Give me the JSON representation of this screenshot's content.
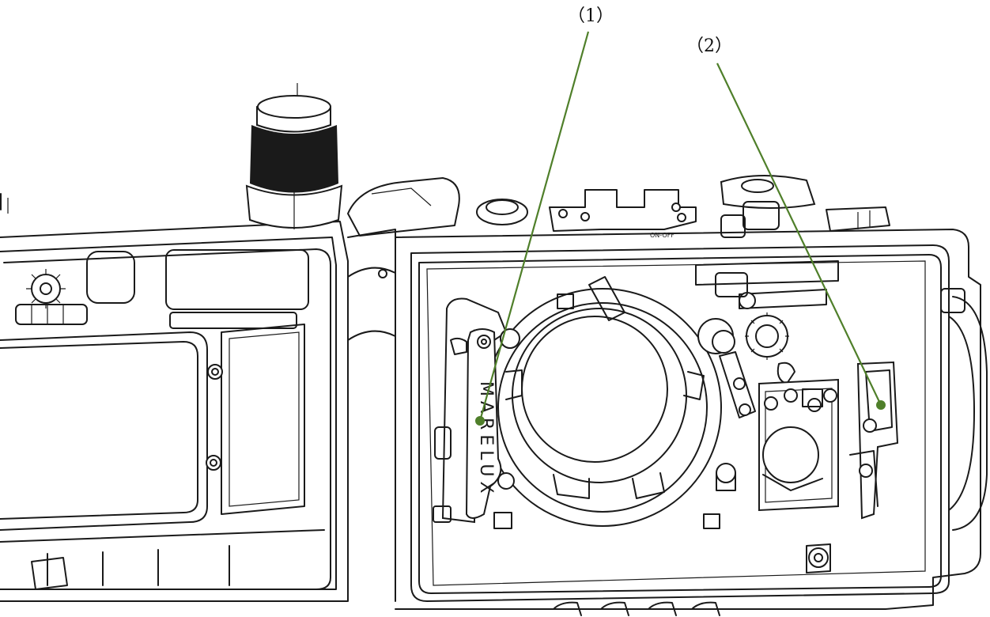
{
  "figure": {
    "callouts": [
      {
        "id": "1",
        "label": "（1）"
      },
      {
        "id": "2",
        "label": "（2）"
      }
    ],
    "engraved_text": {
      "brand": "MARELUX",
      "switch_marking": "ON-OFF"
    },
    "colors": {
      "line_art": "#1a1a1a",
      "leader_line": "#4f7f2a",
      "marker_dot": "#4f7f2a",
      "background": "#ffffff"
    },
    "icons": {
      "knob": "knurled-knob",
      "gear": "gear",
      "lens_port": "lens-mount-ring"
    }
  }
}
